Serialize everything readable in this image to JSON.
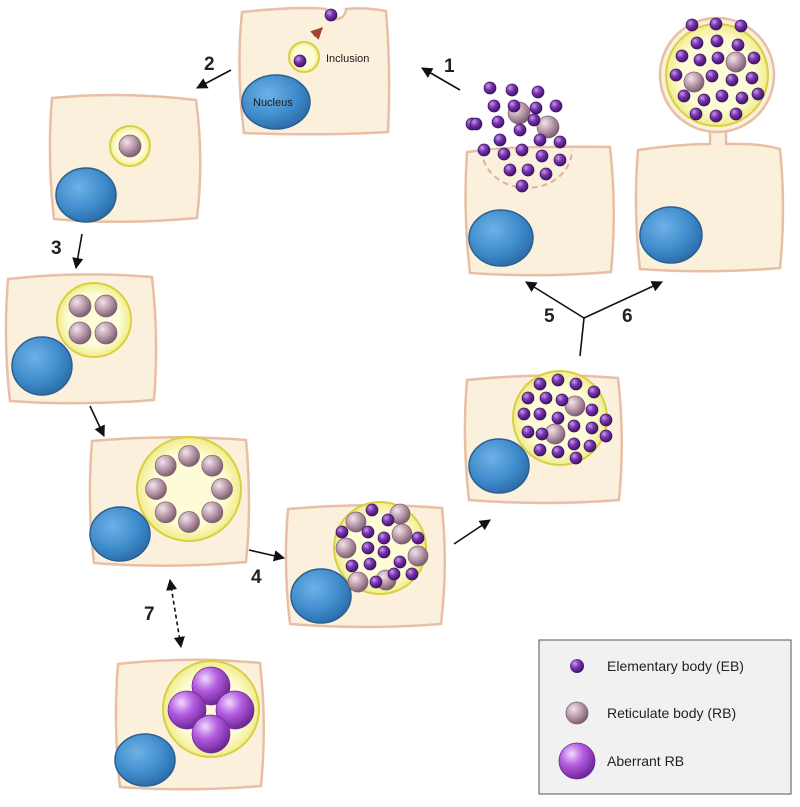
{
  "labels": {
    "inclusion": "Inclusion",
    "nucleus": "Nucleus"
  },
  "steps": [
    "1",
    "2",
    "3",
    "4",
    "5",
    "6",
    "7"
  ],
  "legend": {
    "eb": "Elementary body (EB)",
    "rb": "Reticulate body (RB)",
    "aberrant": "Aberrant RB"
  },
  "colors": {
    "cell_fill": "#fbf0dc",
    "cell_stroke": "#e8bfa4",
    "nucleus": "#3f8ccc",
    "inclusion_fill": "#fdfbd2",
    "inclusion_stroke": "#d8d040",
    "eb": "#6a2c9c",
    "rb": "#b898a8",
    "aberrant_rb": "#b45ee0",
    "arrow": "#111111",
    "entry_arrow": "#a0442a"
  }
}
